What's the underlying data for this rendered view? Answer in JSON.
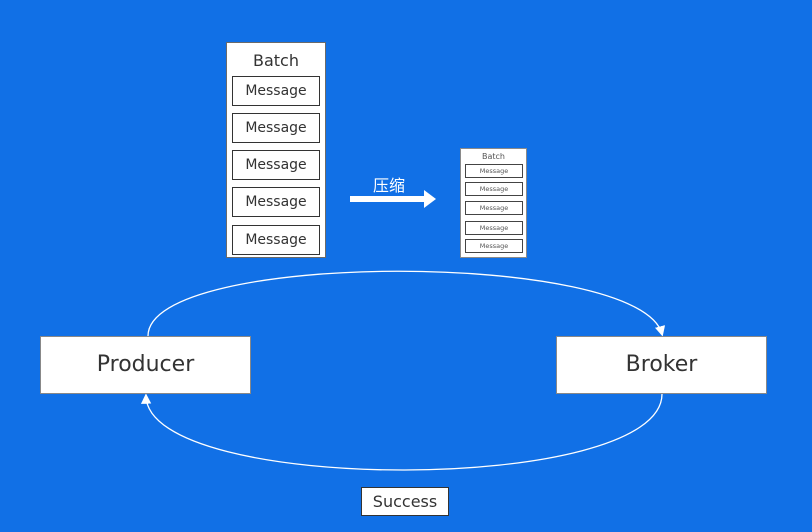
{
  "batch_large": {
    "title": "Batch",
    "messages": [
      "Message",
      "Message",
      "Message",
      "Message",
      "Message"
    ]
  },
  "batch_small": {
    "title": "Batch",
    "messages": [
      "Message",
      "Message",
      "Message",
      "Message",
      "Message"
    ]
  },
  "compress_label": "压缩",
  "producer_label": "Producer",
  "broker_label": "Broker",
  "success_label": "Success",
  "colors": {
    "background": "#1170e6",
    "box": "#ffffff",
    "line": "#ffffff"
  }
}
